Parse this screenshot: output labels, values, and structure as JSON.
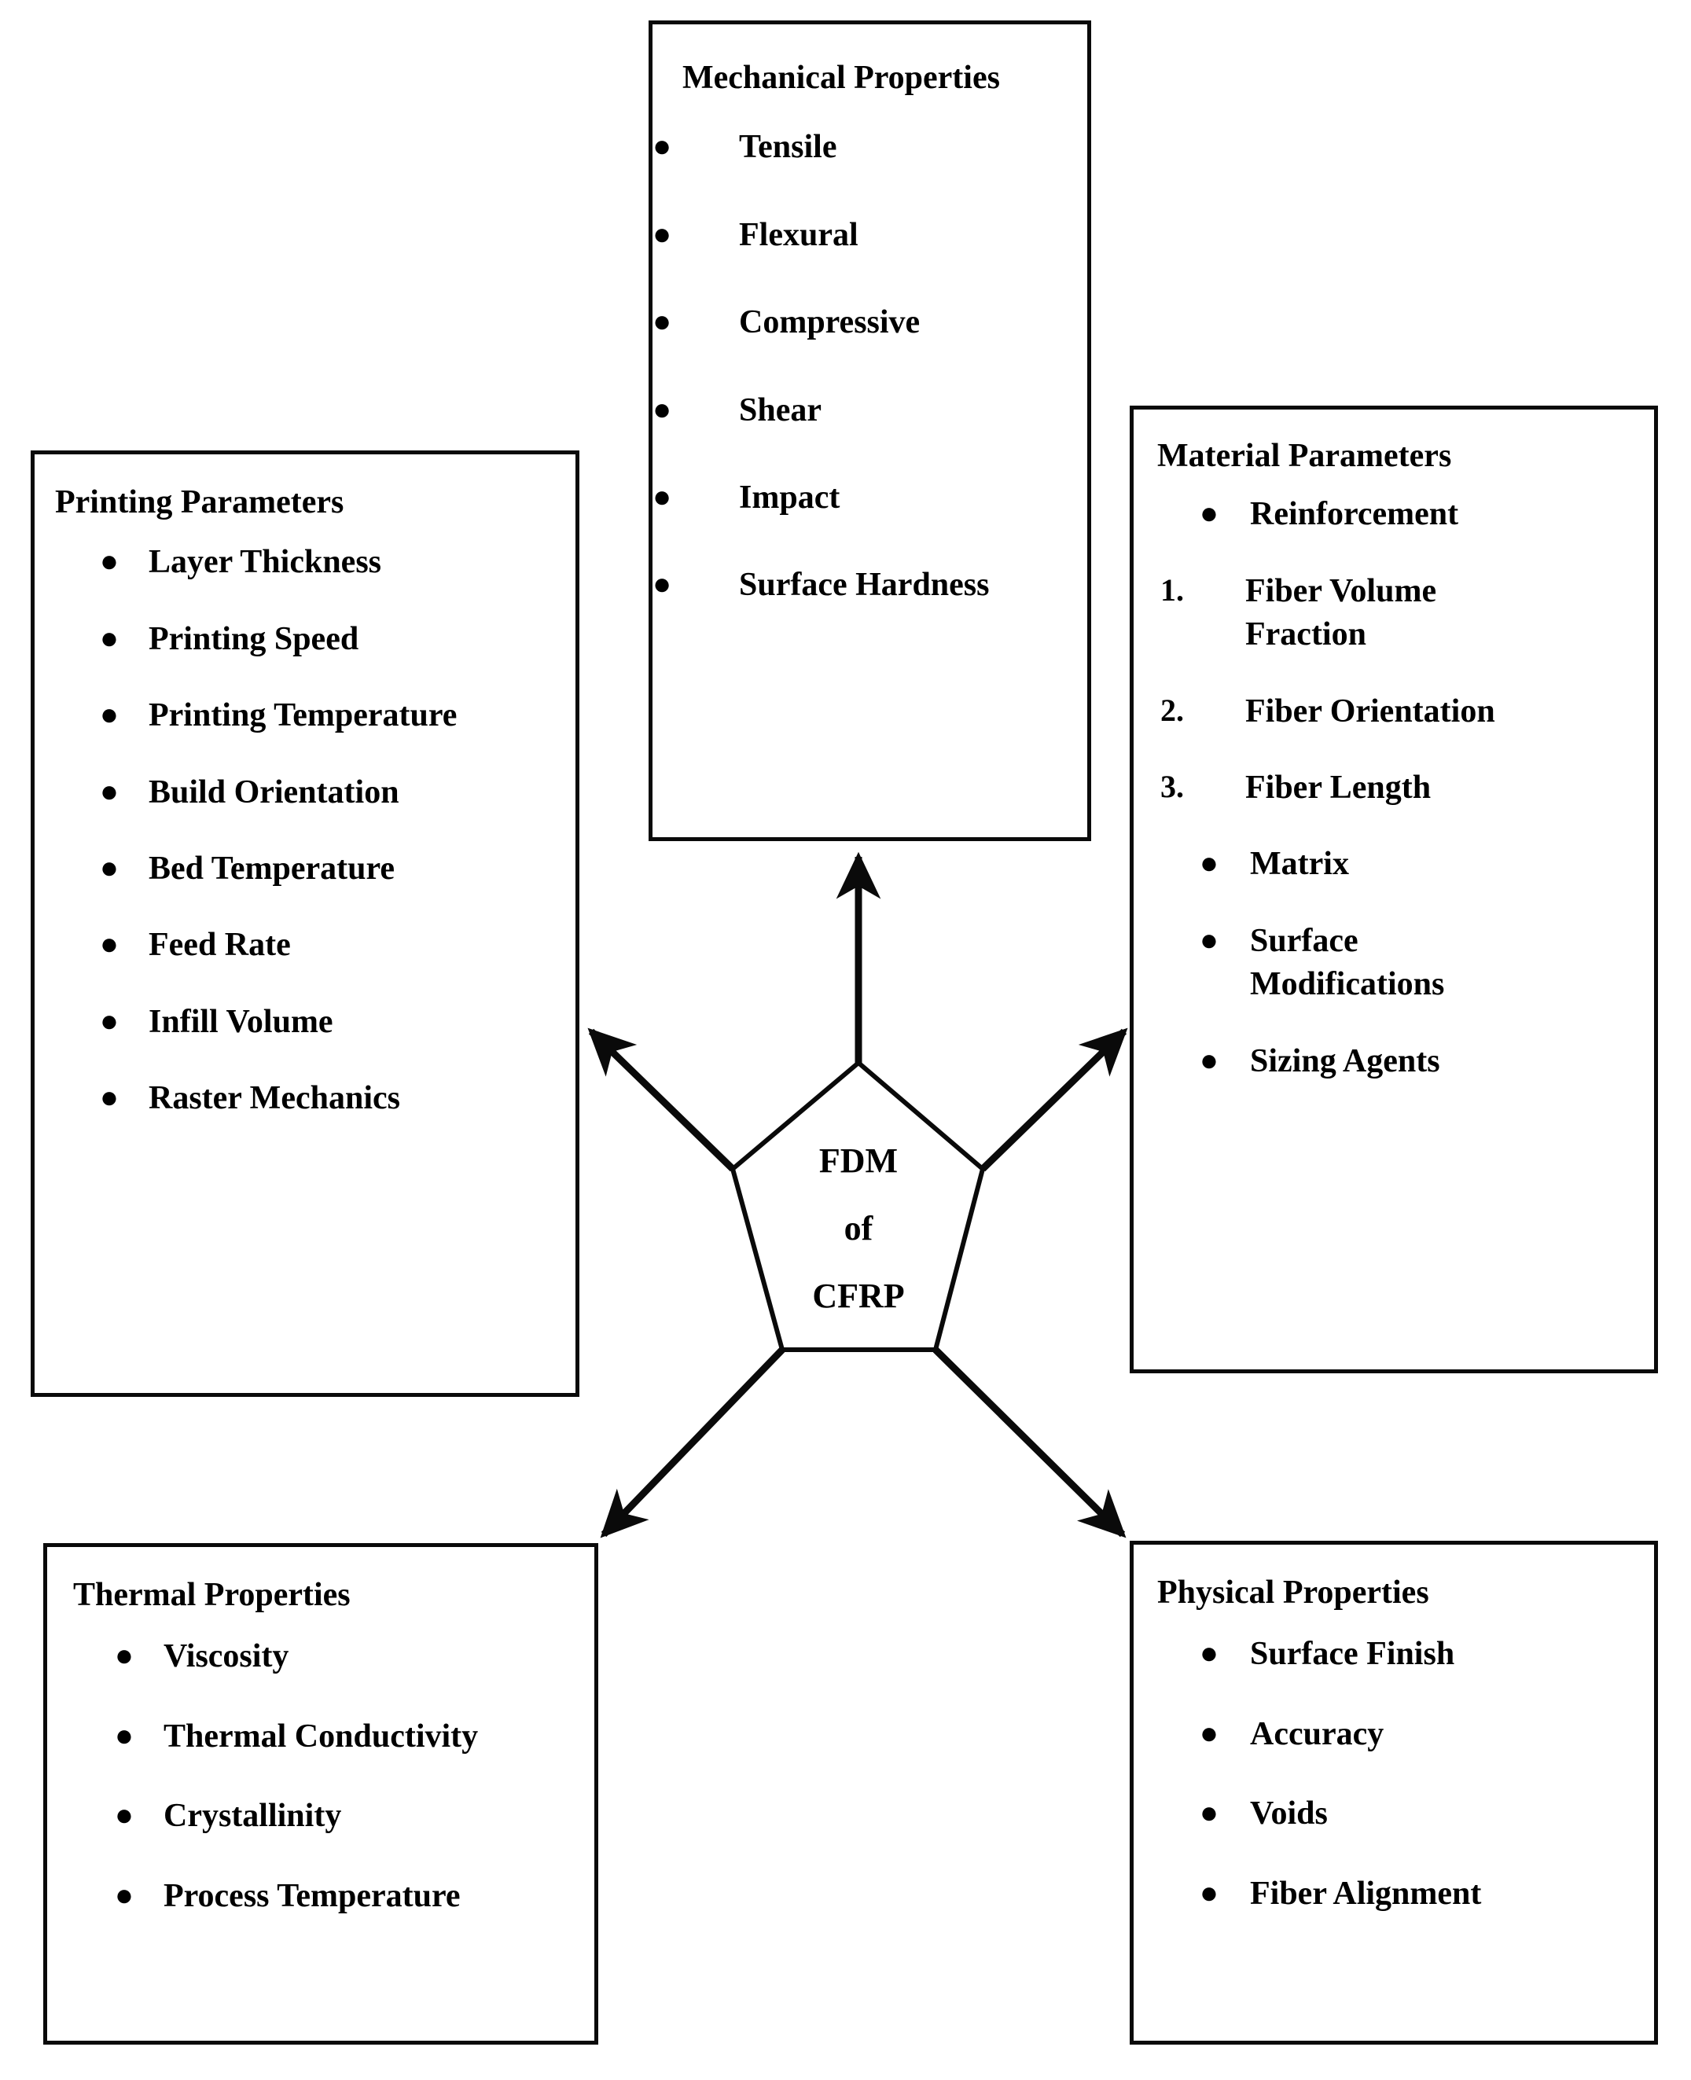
{
  "center": {
    "shape": "pentagon",
    "lines": [
      "FDM",
      "of",
      "CFRP"
    ]
  },
  "boxes": [
    {
      "id": "mechanical",
      "title": "Mechanical Properties",
      "items": [
        {
          "marker": "●",
          "type": "bullet",
          "label": "Tensile"
        },
        {
          "marker": "●",
          "type": "bullet",
          "label": "Flexural"
        },
        {
          "marker": "●",
          "type": "bullet",
          "label": "Compressive"
        },
        {
          "marker": "●",
          "type": "bullet",
          "label": "Shear"
        },
        {
          "marker": "●",
          "type": "bullet",
          "label": "Impact"
        },
        {
          "marker": "●",
          "type": "bullet",
          "label": "Surface Hardness"
        }
      ]
    },
    {
      "id": "printing",
      "title": "Printing Parameters",
      "items": [
        {
          "marker": "●",
          "type": "bullet",
          "label": "Layer Thickness"
        },
        {
          "marker": "●",
          "type": "bullet",
          "label": "Printing Speed"
        },
        {
          "marker": "●",
          "type": "bullet",
          "label": "Printing Temperature"
        },
        {
          "marker": "●",
          "type": "bullet",
          "label": "Build Orientation"
        },
        {
          "marker": "●",
          "type": "bullet",
          "label": "Bed Temperature"
        },
        {
          "marker": "●",
          "type": "bullet",
          "label": "Feed Rate"
        },
        {
          "marker": "●",
          "type": "bullet",
          "label": "Infill Volume"
        },
        {
          "marker": "●",
          "type": "bullet",
          "label": "Raster Mechanics"
        }
      ]
    },
    {
      "id": "material",
      "title": "Material Parameters",
      "items": [
        {
          "marker": "●",
          "type": "bullet",
          "label": "Reinforcement"
        },
        {
          "marker": "1.",
          "type": "number",
          "label": "Fiber Volume Fraction"
        },
        {
          "marker": "2.",
          "type": "number",
          "label": "Fiber Orientation"
        },
        {
          "marker": "3.",
          "type": "number",
          "label": "Fiber Length"
        },
        {
          "marker": "●",
          "type": "bullet",
          "label": "Matrix"
        },
        {
          "marker": "●",
          "type": "bullet",
          "label": "Surface Modifications"
        },
        {
          "marker": "●",
          "type": "bullet",
          "label": "Sizing Agents"
        }
      ]
    },
    {
      "id": "thermal",
      "title": "Thermal Properties",
      "items": [
        {
          "marker": "●",
          "type": "bullet",
          "label": "Viscosity"
        },
        {
          "marker": "●",
          "type": "bullet",
          "label": "Thermal Conductivity"
        },
        {
          "marker": "●",
          "type": "bullet",
          "label": "Crystallinity"
        },
        {
          "marker": "●",
          "type": "bullet",
          "label": "Process Temperature"
        }
      ]
    },
    {
      "id": "physical",
      "title": "Physical Properties",
      "items": [
        {
          "marker": "●",
          "type": "bullet",
          "label": "Surface Finish"
        },
        {
          "marker": "●",
          "type": "bullet",
          "label": "Accuracy"
        },
        {
          "marker": "●",
          "type": "bullet",
          "label": "Voids"
        },
        {
          "marker": "●",
          "type": "bullet",
          "label": "Fiber Alignment"
        }
      ]
    }
  ],
  "connectors": [
    {
      "from": "center",
      "to": "mechanical",
      "direction": "up"
    },
    {
      "from": "center",
      "to": "printing",
      "direction": "up-left"
    },
    {
      "from": "center",
      "to": "material",
      "direction": "up-right"
    },
    {
      "from": "center",
      "to": "thermal",
      "direction": "down-left"
    },
    {
      "from": "center",
      "to": "physical",
      "direction": "down-right"
    }
  ],
  "colors": {
    "line": "#0a0a0a",
    "text": "#000000",
    "background": "#ffffff"
  }
}
